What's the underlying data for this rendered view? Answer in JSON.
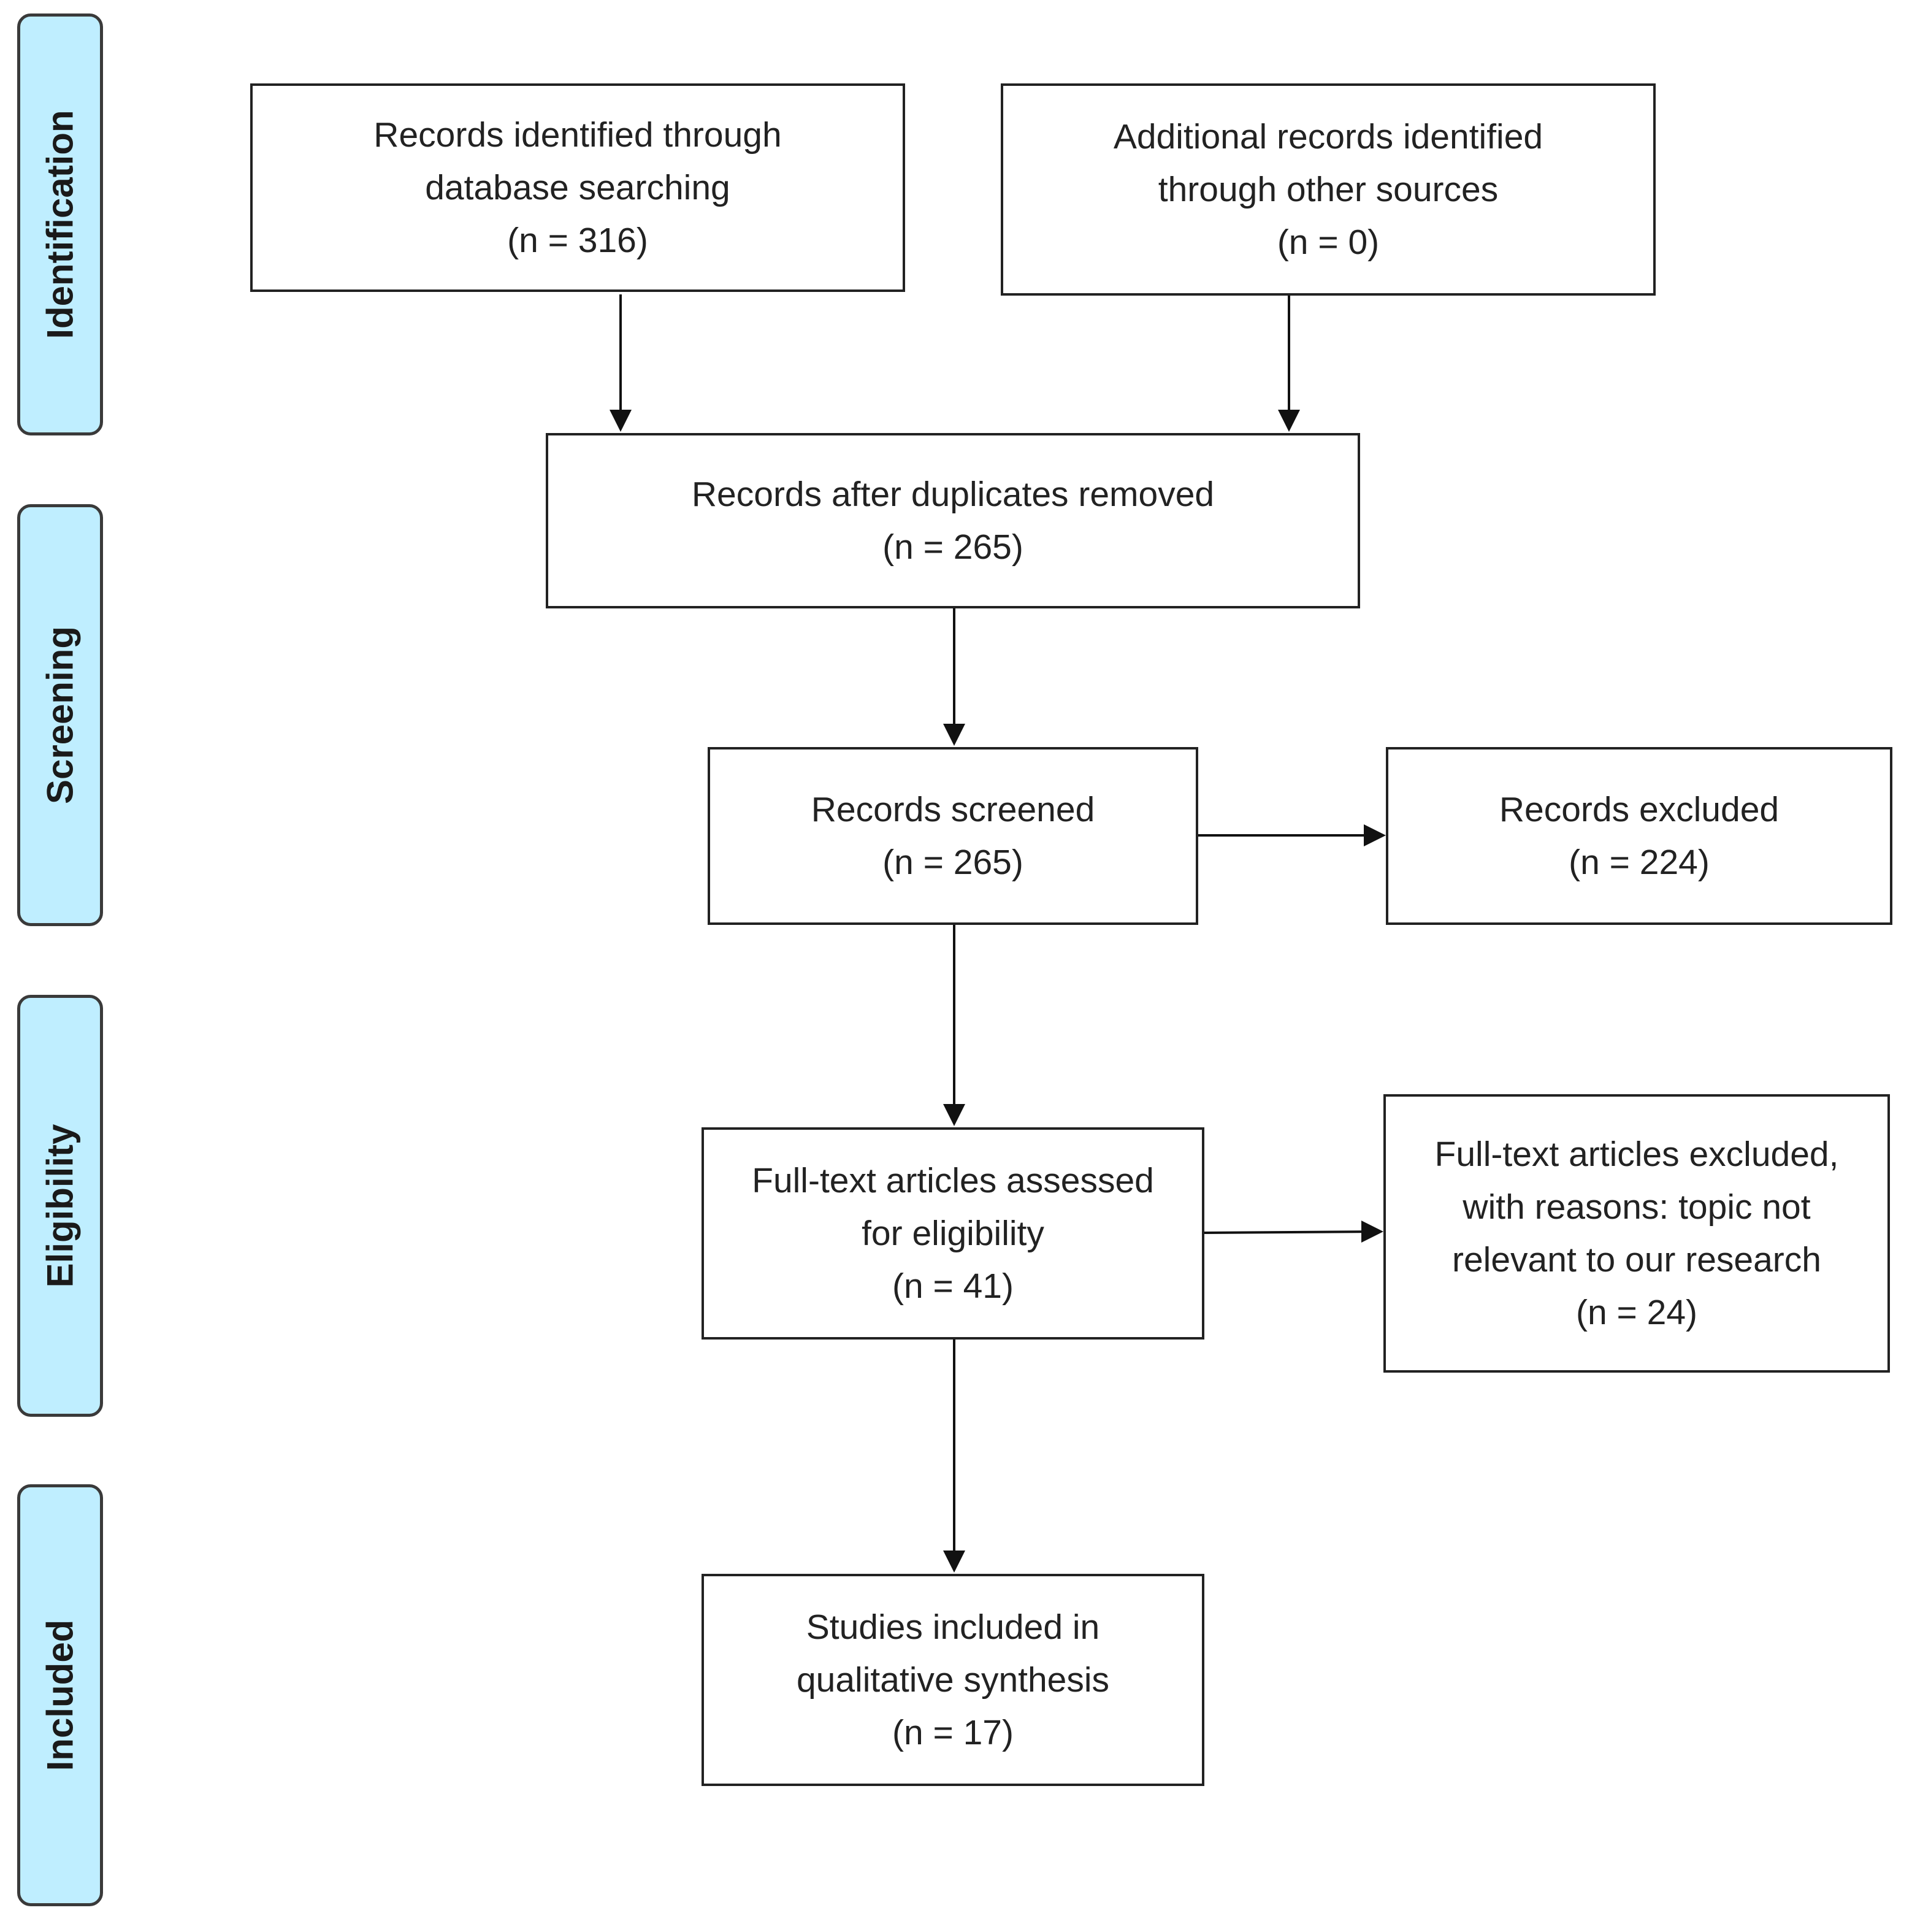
{
  "phases": {
    "identification": "Identification",
    "screening": "Screening",
    "eligibility": "Eligibility",
    "included": "Included"
  },
  "boxes": {
    "database_records": {
      "lines": [
        "Records identified through",
        "database searching"
      ],
      "count": "(n = 316)"
    },
    "other_sources": {
      "lines": [
        "Additional records identified",
        "through other sources"
      ],
      "count": "(n = 0)"
    },
    "after_duplicates": {
      "lines": [
        "Records after duplicates removed"
      ],
      "count": "(n = 265)"
    },
    "screened": {
      "lines": [
        "Records screened"
      ],
      "count": "(n = 265)"
    },
    "excluded": {
      "lines": [
        "Records excluded"
      ],
      "count": "(n = 224)"
    },
    "fulltext_assessed": {
      "lines": [
        "Full-text articles assessed",
        "for eligibility"
      ],
      "count": "(n = 41)"
    },
    "fulltext_excluded": {
      "lines": [
        "Full-text articles excluded,",
        "with reasons: topic not",
        "relevant to our research"
      ],
      "count": "(n = 24)"
    },
    "included_studies": {
      "lines": [
        "Studies included in",
        "qualitative synthesis"
      ],
      "count": "(n = 17)"
    }
  }
}
